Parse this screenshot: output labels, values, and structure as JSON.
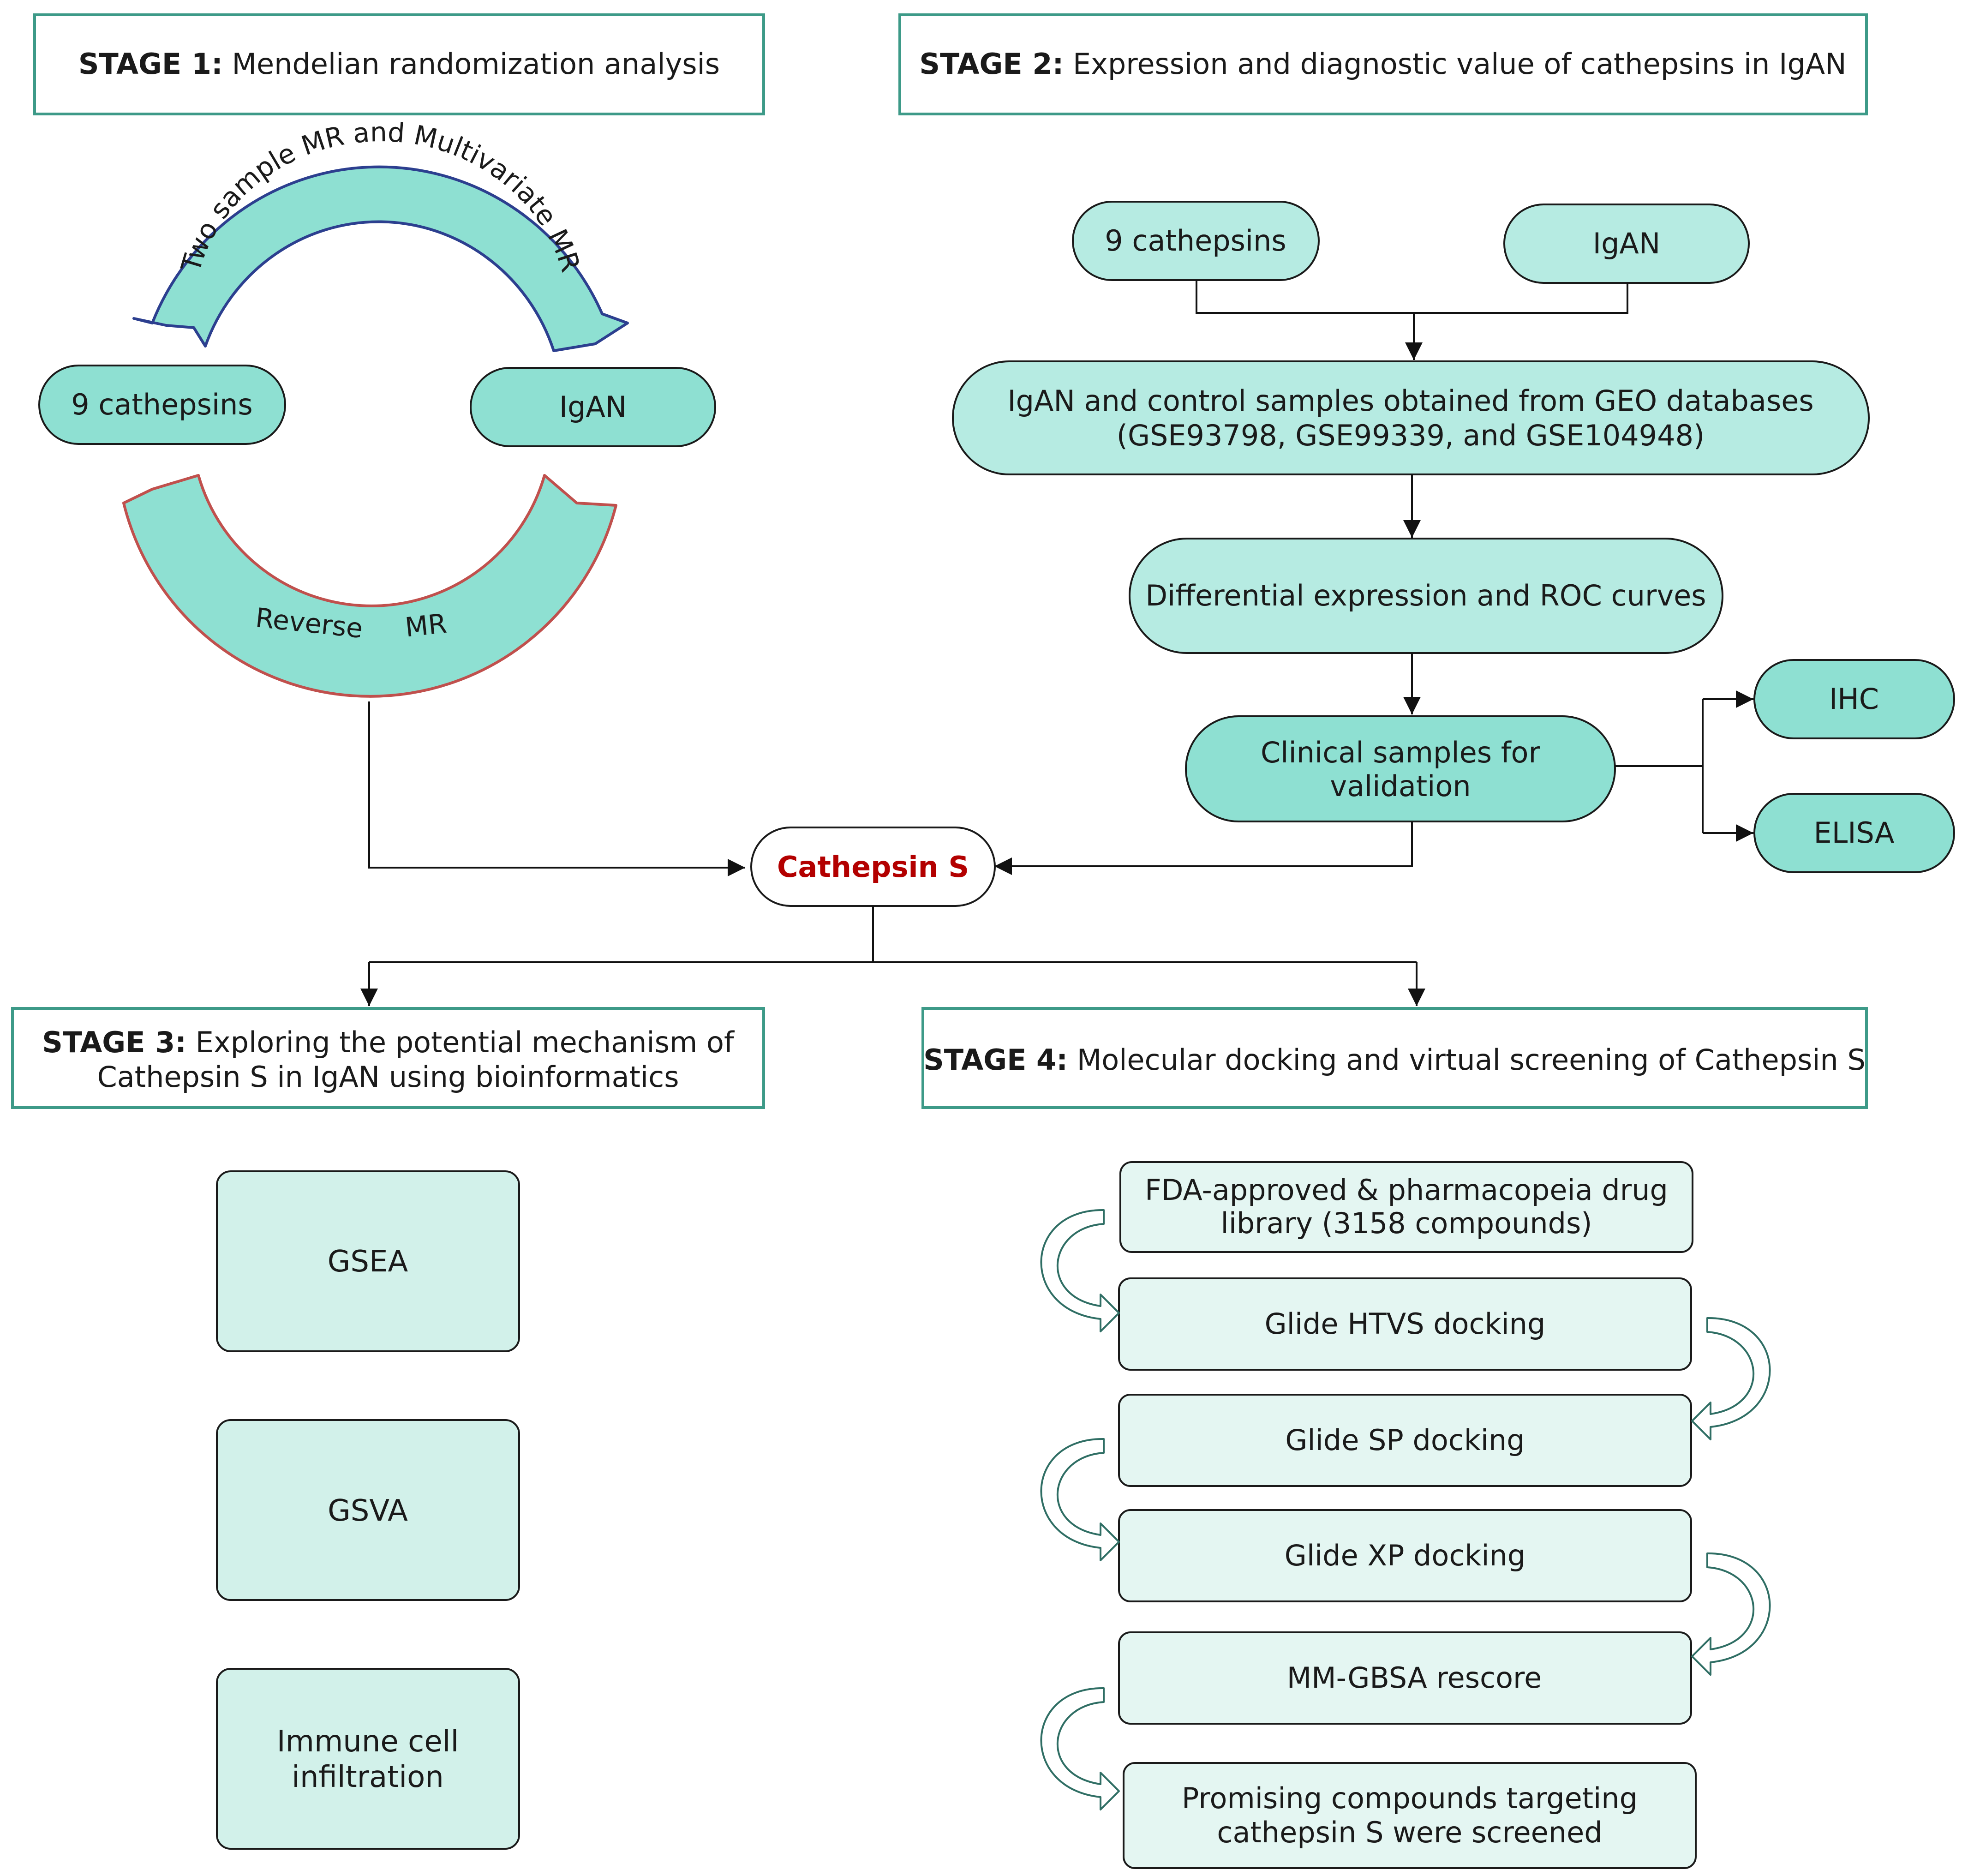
{
  "stages": {
    "s1": {
      "bold": "STAGE 1:",
      "text": " Mendelian randomization analysis"
    },
    "s2": {
      "bold": "STAGE 2:",
      "text": " Expression and diagnostic value of cathepsins in IgAN"
    },
    "s3": {
      "bold": "STAGE 3:",
      "text": " Exploring the potential mechanism of",
      "line2": "Cathepsin S in IgAN using bioinformatics"
    },
    "s4": {
      "bold": "STAGE 4:",
      "text": " Molecular docking and virtual screening of Cathepsin S"
    }
  },
  "stage1": {
    "cathepsins": "9 cathepsins",
    "igan": "IgAN",
    "top_arc": "Two sample MR and Multivariate MR",
    "bottom_arc_a": "Reverse",
    "bottom_arc_b": "MR"
  },
  "stage2": {
    "cathepsins": "9 cathepsins",
    "igan": "IgAN",
    "geo_line1": "IgAN and control samples obtained from GEO databases",
    "geo_line2": "(GSE93798, GSE99339, and GSE104948)",
    "diff": "Differential expression and ROC curves",
    "clinical_line1": "Clinical samples for",
    "clinical_line2": "validation",
    "ihc": "IHC",
    "elisa": "ELISA"
  },
  "center": {
    "label": "Cathepsin S"
  },
  "stage3": {
    "gsea": "GSEA",
    "gsva": "GSVA",
    "immune_line1": "Immune cell",
    "immune_line2": "infiltration"
  },
  "stage4": {
    "fda_line1": "FDA-approved & pharmacopeia drug",
    "fda_line2": "library (3158 compounds)",
    "htvs": "Glide HTVS docking",
    "sp": "Glide SP docking",
    "xp": "Glide XP docking",
    "mmgbsa": "MM-GBSA rescore",
    "prom_line1": "Promising compounds targeting",
    "prom_line2": "cathepsin S were screened"
  },
  "colors": {
    "stage_border": "#3d9a88",
    "node_fill": "#8ee0d2",
    "node_fill_light": "#b6ebe2",
    "box_fill": "#d2f1ea",
    "box4_fill": "#e4f6f2",
    "top_arc_stroke": "#2c3f8f",
    "bottom_arc_stroke": "#c0504d",
    "center_text": "#b30000"
  }
}
